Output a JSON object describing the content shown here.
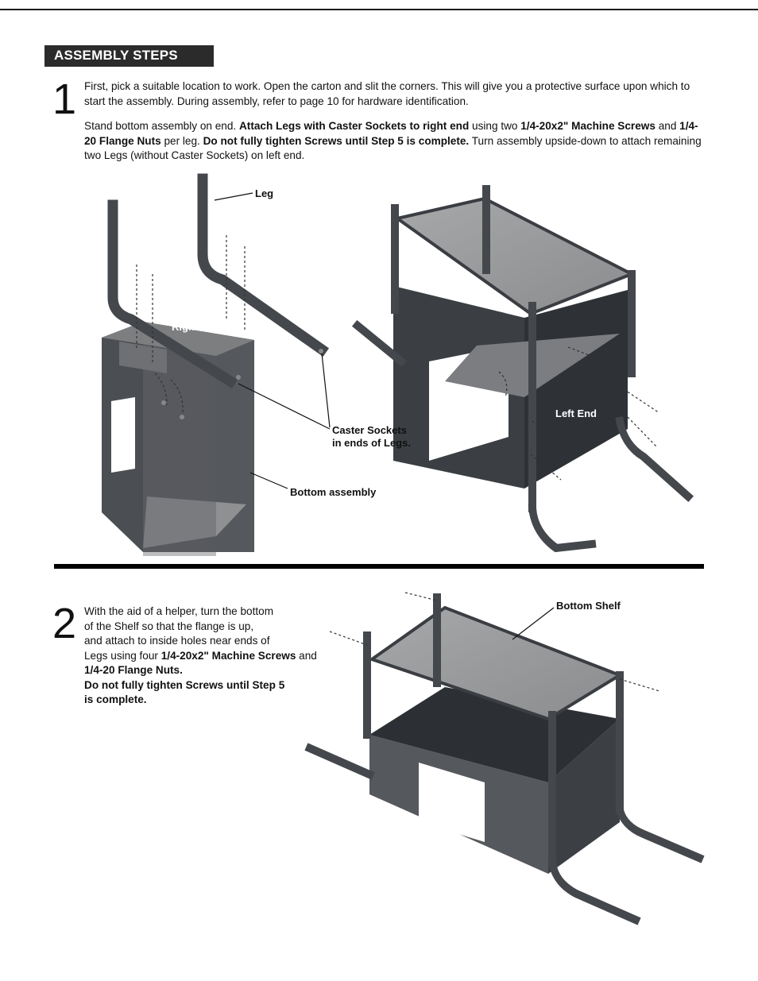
{
  "header": {
    "title": "ASSEMBLY STEPS"
  },
  "step1": {
    "number": "1",
    "para1": "First, pick a suitable location to work. Open the carton and slit the corners. This will give you a protective surface upon which to start the assembly. During assembly, refer to page 10 for hardware identification.",
    "para2": {
      "t1": "Stand bottom assembly on end. ",
      "b1": "Attach Legs with Caster Sockets to right end",
      "t2": " using two ",
      "b2": "1/4-20x2\" Machine Screws",
      "t3": " and ",
      "b3": "1/4-20 Flange Nuts",
      "t4": " per leg. ",
      "b4": "Do not fully tighten Screws until Step 5 is complete.",
      "t5": " Turn assembly upside-down to attach remaining two Legs (without Caster Sockets) on left end."
    },
    "labels": {
      "leg": "Leg",
      "right_end": "Right End",
      "caster_line1": "Caster Sockets",
      "caster_line2": "in ends of Legs.",
      "bottom_assembly": "Bottom assembly",
      "left_end": "Left End"
    }
  },
  "step2": {
    "number": "2",
    "lines": {
      "l1": "With the aid of a helper, turn the bottom",
      "l2": "of the Shelf so that the flange is up,",
      "l3": "and attach to inside holes near ends of",
      "l4a": "Legs using four ",
      "l4b": "1/4-20x2\" Machine Screws",
      "l4c": " and",
      "l5": "1/4-20 Flange Nuts",
      "l5c": ".",
      "l6": "Do not fully tighten Screws until Step 5",
      "l7": "is complete."
    },
    "labels": {
      "bottom_shelf": "Bottom Shelf"
    }
  },
  "colors": {
    "dark_metal": "#4a4d52",
    "light_panel": "#9a9b9d",
    "header_bg": "#2b2b2b"
  }
}
